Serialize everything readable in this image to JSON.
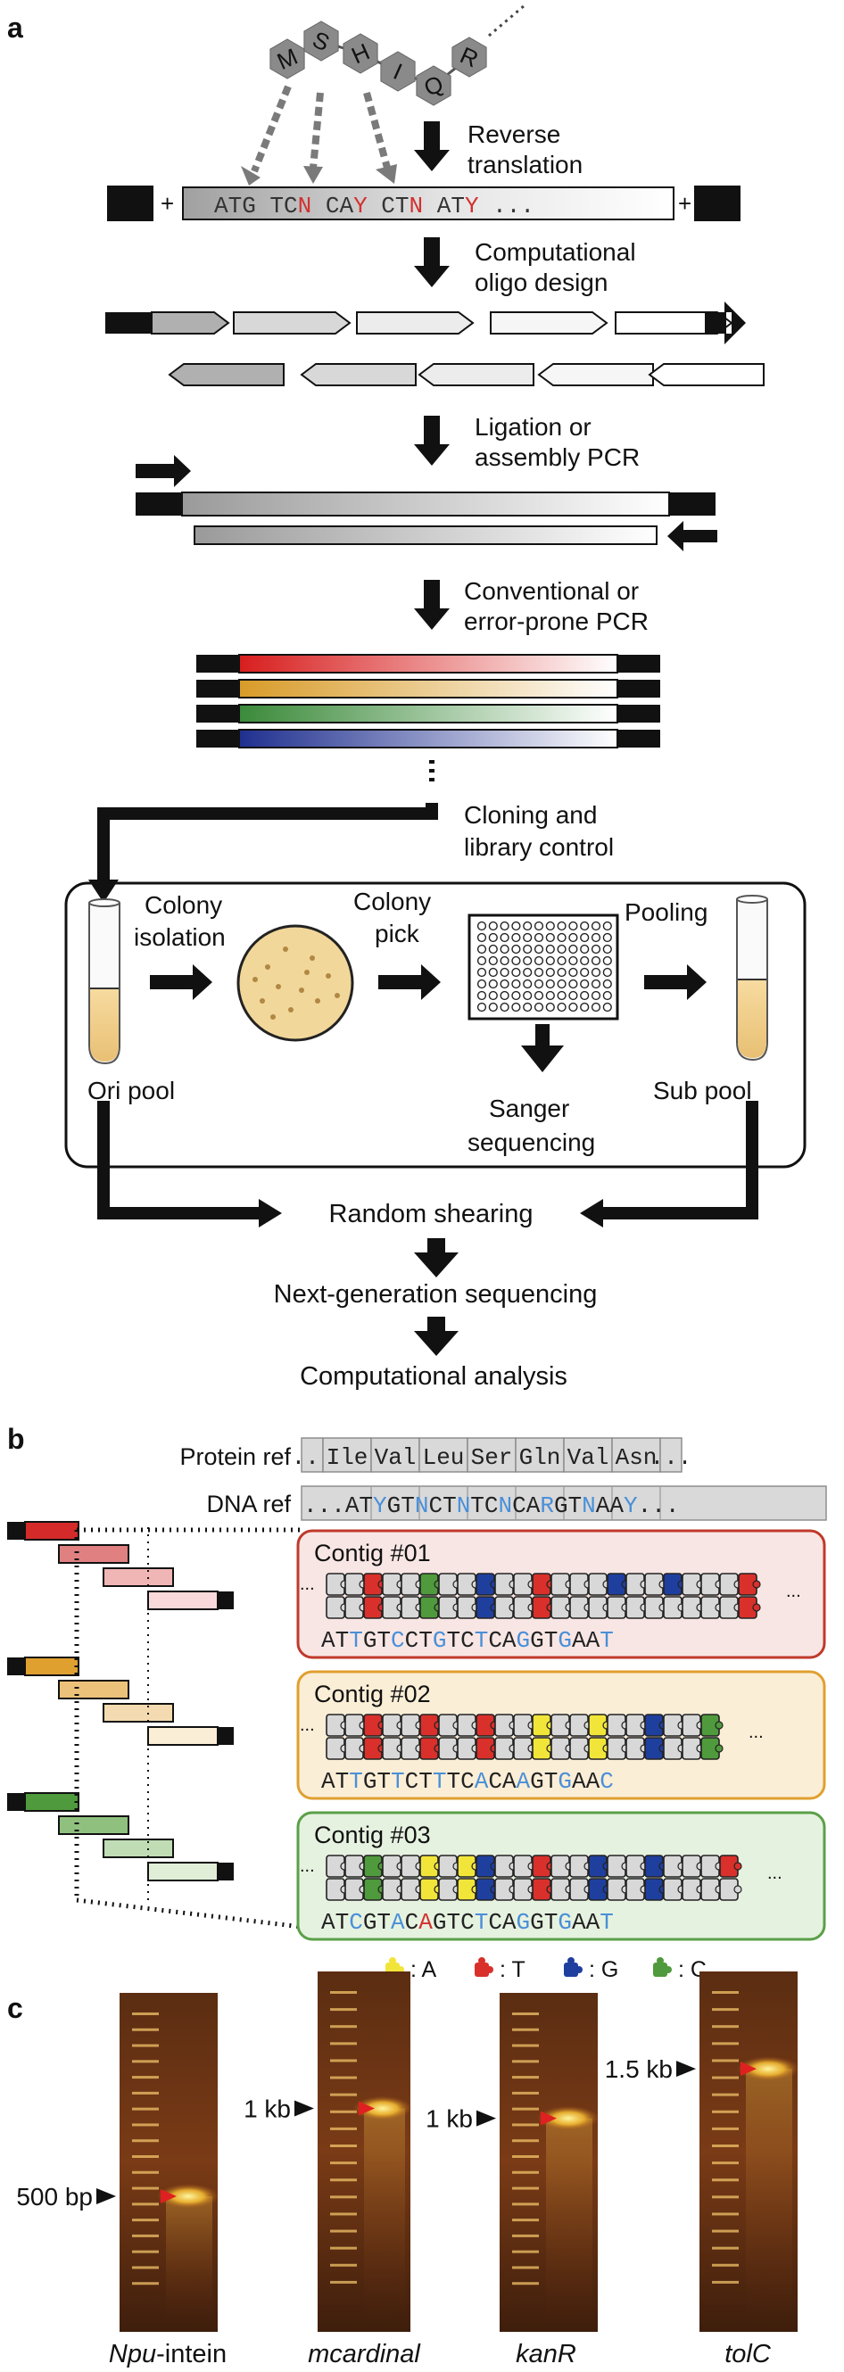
{
  "panel_a": {
    "label": "a",
    "peptide": [
      "M",
      "S",
      "H",
      "I",
      "Q",
      "R"
    ],
    "steps": {
      "reverse_translation": [
        "Reverse",
        "translation"
      ],
      "oligo_design": [
        "Computational",
        "oligo design"
      ],
      "ligation": [
        "Ligation or",
        "assembly PCR"
      ],
      "pcr": [
        "Conventional or",
        "error-prone PCR"
      ],
      "cloning": [
        "Cloning and",
        "library control"
      ]
    },
    "dna_codons": [
      {
        "base": "ATG",
        "deg": ""
      },
      {
        "base": "TC",
        "deg": "N"
      },
      {
        "base": "CA",
        "deg": "Y"
      },
      {
        "base": "CT",
        "deg": "N"
      },
      {
        "base": "AT",
        "deg": "Y"
      }
    ],
    "dna_ellipsis": "...",
    "plus_sign": "+",
    "library": {
      "colony_isolation": [
        "Colony",
        "isolation"
      ],
      "colony_pick": [
        "Colony",
        "pick"
      ],
      "pooling": "Pooling",
      "ori_pool": "Ori pool",
      "sub_pool": "Sub pool",
      "sanger": [
        "Sanger",
        "sequencing"
      ]
    },
    "random_shearing": "Random shearing",
    "ngs": "Next-generation sequencing",
    "analysis": "Computational analysis"
  },
  "panel_b": {
    "label": "b",
    "protein_ref_label": "Protein ref",
    "protein_ref": [
      "...",
      "Ile",
      "Val",
      "Leu",
      "Ser",
      "Gln",
      "Val",
      "Asn",
      "..."
    ],
    "dna_ref_label": "DNA ref",
    "dna_ref": [
      {
        "s": "...",
        "hl": false
      },
      {
        "s": "AT",
        "hl": false
      },
      {
        "s": "Y",
        "hl": true
      },
      {
        "s": "GT",
        "hl": false
      },
      {
        "s": "N",
        "hl": true
      },
      {
        "s": "CT",
        "hl": false
      },
      {
        "s": "N",
        "hl": true
      },
      {
        "s": "TC",
        "hl": false
      },
      {
        "s": "N",
        "hl": true
      },
      {
        "s": "CA",
        "hl": false
      },
      {
        "s": "R",
        "hl": true
      },
      {
        "s": "GT",
        "hl": false
      },
      {
        "s": "N",
        "hl": true
      },
      {
        "s": "AA",
        "hl": false
      },
      {
        "s": "Y",
        "hl": true
      },
      {
        "s": "...",
        "hl": false
      }
    ],
    "contigs": [
      {
        "title": "Contig #01",
        "bg": "#f8e6e4",
        "border": "#c0392b",
        "seq": [
          {
            "s": "AT",
            "hl": false
          },
          {
            "s": "T",
            "hl": true
          },
          {
            "s": "GT",
            "hl": false
          },
          {
            "s": "C",
            "hl": true
          },
          {
            "s": "CT",
            "hl": false
          },
          {
            "s": "G",
            "hl": true
          },
          {
            "s": "TC",
            "hl": false
          },
          {
            "s": "T",
            "hl": true
          },
          {
            "s": "CA",
            "hl": false
          },
          {
            "s": "G",
            "hl": true
          },
          {
            "s": "GT",
            "hl": false
          },
          {
            "s": "G",
            "hl": true
          },
          {
            "s": "AA",
            "hl": false
          },
          {
            "s": "T",
            "hl": true
          }
        ]
      },
      {
        "title": "Contig #02",
        "bg": "#fbeed6",
        "border": "#e0a030",
        "seq": [
          {
            "s": "AT",
            "hl": false
          },
          {
            "s": "T",
            "hl": true
          },
          {
            "s": "GT",
            "hl": false
          },
          {
            "s": "T",
            "hl": true
          },
          {
            "s": "CT",
            "hl": false
          },
          {
            "s": "T",
            "hl": true
          },
          {
            "s": "TC",
            "hl": false
          },
          {
            "s": "A",
            "hl": true
          },
          {
            "s": "CA",
            "hl": false
          },
          {
            "s": "A",
            "hl": true
          },
          {
            "s": "GT",
            "hl": false
          },
          {
            "s": "G",
            "hl": true
          },
          {
            "s": "AA",
            "hl": false
          },
          {
            "s": "C",
            "hl": true
          }
        ]
      },
      {
        "title": "Contig #03",
        "bg": "#e6f2e0",
        "border": "#5aa048",
        "seq": [
          {
            "s": "AT",
            "hl": false
          },
          {
            "s": "C",
            "hl": true
          },
          {
            "s": "GT",
            "hl": false
          },
          {
            "s": "A",
            "hl": true
          },
          {
            "s": "C",
            "hl": false
          },
          {
            "s": "A",
            "hl": false,
            "red": true
          },
          {
            "s": "G",
            "hl": false
          },
          {
            "s": "TC",
            "hl": false
          },
          {
            "s": "T",
            "hl": true
          },
          {
            "s": "CA",
            "hl": false
          },
          {
            "s": "G",
            "hl": true
          },
          {
            "s": "GT",
            "hl": false
          },
          {
            "s": "G",
            "hl": true
          },
          {
            "s": "AA",
            "hl": false
          },
          {
            "s": "T",
            "hl": true
          }
        ]
      }
    ],
    "legend": [
      {
        "label": ": A",
        "color": "#f2e53a"
      },
      {
        "label": ": T",
        "color": "#d9302b"
      },
      {
        "label": ": G",
        "color": "#1f3f9e"
      },
      {
        "label": ": C",
        "color": "#4f9a3c"
      }
    ]
  },
  "panel_c": {
    "label": "c",
    "gels": [
      {
        "size": "500 bp",
        "name_italic": "Npu",
        "name_rest": "-intein"
      },
      {
        "size": "1 kb",
        "name_italic": "mcardinal",
        "name_rest": ""
      },
      {
        "size": "1 kb",
        "name_italic": "kanR",
        "name_rest": ""
      },
      {
        "size": "1.5 kb",
        "name_italic": "tolC",
        "name_rest": ""
      }
    ]
  },
  "colors": {
    "highlight_blue": "#4a8fd8",
    "degenerate_red": "#d33030",
    "arrow": "#111111",
    "gray_dots": "#7a7a7a",
    "gel_red_marker": "#e02020",
    "plate_fill": "#f2d79a"
  }
}
